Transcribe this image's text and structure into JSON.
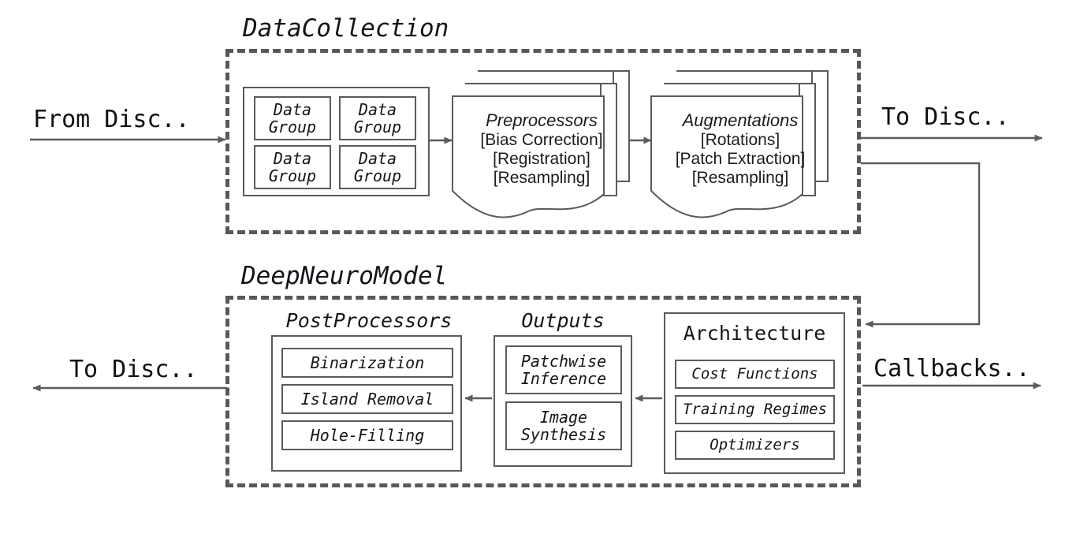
{
  "diagram": {
    "title_hidden": "DeepNeuro pipeline architecture",
    "stroke_color": "#5b5b5b",
    "dashed_color": "#585858",
    "text_color": "#14151a",
    "background": "#ffffff"
  },
  "groups": {
    "data_collection": {
      "title": "DataCollection",
      "data_group_panel": {
        "cells": [
          {
            "line1": "Data",
            "line2": "Group"
          },
          {
            "line1": "Data",
            "line2": "Group"
          },
          {
            "line1": "Data",
            "line2": "Group"
          },
          {
            "line1": "Data",
            "line2": "Group"
          }
        ]
      },
      "preprocessors": {
        "title": "Preprocessors",
        "items": [
          "[Bias Correction]",
          "[Registration]",
          "[Resampling]"
        ]
      },
      "augmentations": {
        "title": "Augmentations",
        "items": [
          "[Rotations]",
          "[Patch Extraction]",
          "[Resampling]"
        ]
      }
    },
    "deep_neuro_model": {
      "title": "DeepNeuroModel",
      "postprocessors": {
        "label": "PostProcessors",
        "items": [
          "Binarization",
          "Island Removal",
          "Hole-Filling"
        ]
      },
      "outputs": {
        "label": "Outputs",
        "items": [
          {
            "line1": "Patchwise",
            "line2": "Inference"
          },
          {
            "line1": "Image",
            "line2": "Synthesis"
          }
        ]
      },
      "architecture": {
        "label": "Architecture",
        "items": [
          "Cost Functions",
          "Training Regimes",
          "Optimizers"
        ]
      }
    }
  },
  "io": {
    "from_disc": "From Disc..",
    "to_disc_top_right": "To Disc..",
    "to_disc_bottom_left": "To Disc..",
    "callbacks": "Callbacks.."
  }
}
